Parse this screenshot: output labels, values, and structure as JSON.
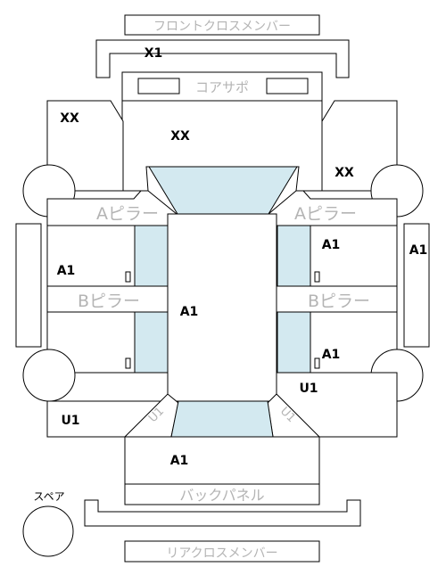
{
  "labels": {
    "front_cross_member": "フロントクロスメンバー",
    "core_support": "コアサポ",
    "a_pillar": "Aピラー",
    "b_pillar": "Bピラー",
    "back_panel": "バックパネル",
    "rear_cross_member": "リアクロスメンバー",
    "spare": "スペア",
    "rear_corner_left": "U1",
    "rear_corner_right": "U1"
  },
  "grades": {
    "front_cross_member": "X1",
    "core_support_area": "XX",
    "front_fender_left": "XX",
    "front_fender_right": "XX",
    "front_door_left": "A1",
    "front_door_right": "A1",
    "side_step_right": "A1",
    "roof": "A1",
    "rear_door_right": "A1",
    "rear_fender_right": "U1",
    "rear_fender_left": "U1",
    "trunk": "A1"
  },
  "colors": {
    "glass": "#d3e9f0",
    "part_label": "#b4b4b4",
    "outline": "#000000"
  }
}
